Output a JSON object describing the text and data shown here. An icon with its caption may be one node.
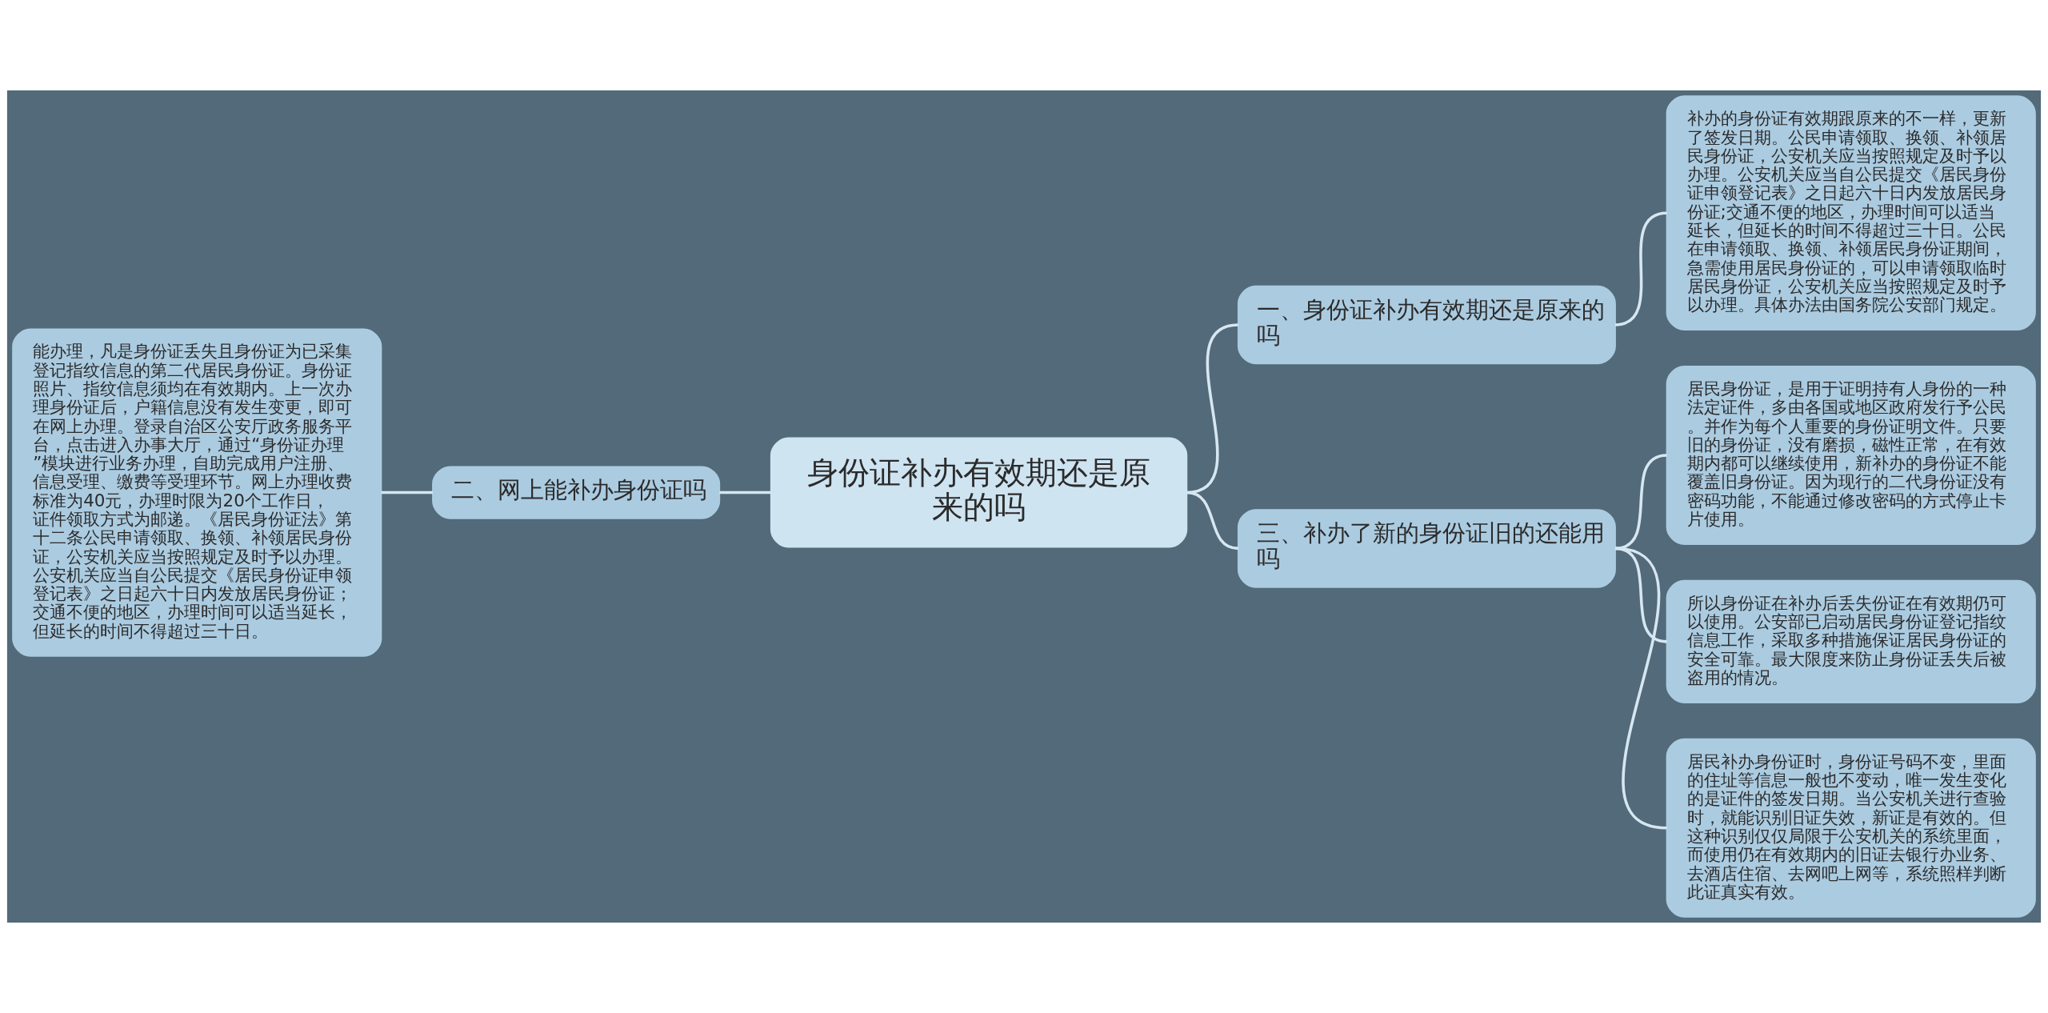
{
  "diagram": {
    "nodes": [
      {
        "text": [
          "身份证补办有效期还是原来的吗"
        ]
      },
      {
        "text": [
          "一、身份证补办有效期还是原来的吗"
        ]
      },
      {
        "text": [
          "补办的身份证有效期跟原来的不一样，更新了签发日期。公民申请领取、换领、补领居民身份证，公安机关应当按照规定及时予以办理。公安机关应当自公民提交《居民身份证申领登记表》之日起六十日内发放居民身份证;交通不便的地区，办理时间可以适当延长，但延长的时间不得超过三十日。公民在申请领取、换领、补领居民身份证期间，急需使用居民身份证的，可以申请领取临时居民身份证，公安机关应当按照规定及时予以办理。具体办法由国务院公安部门规定。"
        ]
      },
      {
        "text": [
          "二、网上能补办身份证吗"
        ]
      },
      {
        "text": [
          "能办理，凡是身份证丢失且身份证为已采集登记指纹信息的第二代居民身份证。身份证照片、指纹信息须均在有效期内。上一次办理身份证后，户籍信息没有发生变更，即可在网上办理。登录自治区公安厅政务服务平台，点击进入办事大厅，通过“身份证办理”模块进行业务办理，自助完成用户注册、信息受理、缴费等受理环节。网上办理收费标准为40元，办理时限为20个工作日，证件领取方式为邮递。《居民身份证法》第十二条公民申请领取、换领、补领居民身份证，公安机关应当按照规定及时予以办理。公安机关应当自公民提交《居民身份证申领登记表》之日起六十日内发放居民身份证；交通不便的地区，办理时间可以适当延长，但延长的时间不得超过三十日。"
        ]
      },
      {
        "text": [
          "三、补办了新的身份证旧的还能用吗"
        ]
      },
      {
        "text": [
          "居民身份证，是用于证明持有人身份的一种法定证件，多由各国或地区政府发行予公民。并作为每个人重要的身份证明文件。只要旧的身份证，没有磨损，磁性正常，在有效期内都可以继续使用，新补办的身份证不能覆盖旧身份证。因为现行的二代身份证没有密码功能，不能通过修改密码的方式停止卡片使用。"
        ]
      },
      {
        "text": [
          "所以身份证在补办后丢失份证在有效期仍可以使用。公安部已启动居民身份证登记指纹信息工作，采取多种措施保证居民身份证的安全可靠。最大限度来防止身份证丢失后被盗用的情况。"
        ]
      },
      {
        "text": [
          "居民补办身份证时，身份证号码不变，里面的住址等信息一般也不变动，唯一发生变化的是证件的签发日期。当公安机关进行查验时，就能识别旧证失效，新证是有效的。但这种识别仅仅局限于公安机关的系统里面，而使用仍在有效期内的旧证去银行办业务、去酒店住宿、去网吧上网等，系统照样判断此证真实有效。"
        ]
      }
    ],
    "edges": [
      {
        "from": 0,
        "to": 1,
        "arrow": "none"
      },
      {
        "from": 1,
        "to": 2,
        "arrow": "none"
      },
      {
        "from": 0,
        "to": 3,
        "arrow": "none"
      },
      {
        "from": 3,
        "to": 4,
        "arrow": "none"
      },
      {
        "from": 0,
        "to": 5,
        "arrow": "none"
      },
      {
        "from": 5,
        "to": 6,
        "arrow": "none"
      },
      {
        "from": 5,
        "to": 7,
        "arrow": "none"
      },
      {
        "from": 5,
        "to": 8,
        "arrow": "none"
      }
    ]
  }
}
